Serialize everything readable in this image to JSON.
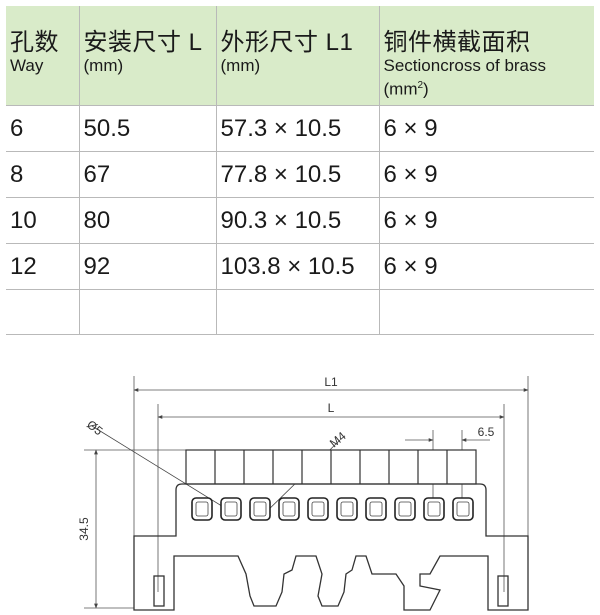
{
  "table": {
    "headers": [
      {
        "cn": "孔数",
        "en": "Way",
        "en_sup": ""
      },
      {
        "cn": "安装尺寸 L",
        "en": "(mm)",
        "en_sup": ""
      },
      {
        "cn": "外形尺寸 L1",
        "en": "(mm)",
        "en_sup": ""
      },
      {
        "cn": "铜件横截面积",
        "en": "Sectioncross of brass",
        "en_line2": "(mm",
        "en_sup": "2",
        "en_close": ")"
      }
    ],
    "rows": [
      [
        "6",
        "50.5",
        "57.3 × 10.5",
        "6 × 9"
      ],
      [
        "8",
        "67",
        "77.8 × 10.5",
        "6 × 9"
      ],
      [
        "10",
        "80",
        "90.3 × 10.5",
        "6 × 9"
      ],
      [
        "12",
        "92",
        "103.8 × 10.5",
        "6 × 9"
      ],
      [
        "",
        "",
        "",
        ""
      ]
    ]
  },
  "drawing": {
    "label_l1": "L1",
    "label_l": "L",
    "label_pitch": "6.5",
    "label_hole": "Ø5",
    "label_screw": "M4",
    "label_height": "34.5"
  }
}
